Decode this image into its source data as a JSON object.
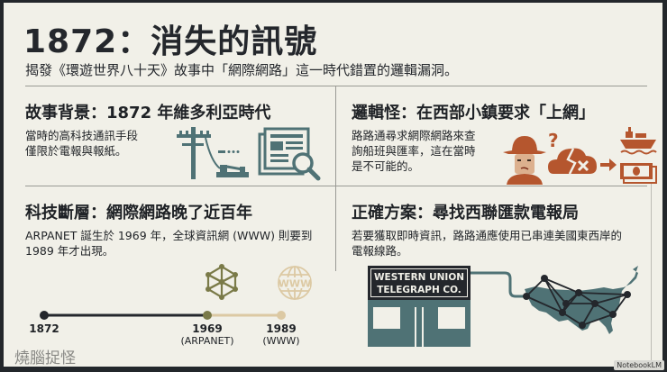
{
  "header": {
    "title": "1872：消失的訊號",
    "subtitle": "揭發《環遊世界八十天》故事中「網際網路」這一時代錯置的邏輯漏洞。"
  },
  "panels": {
    "background": {
      "title": "故事背景：1872 年維多利亞時代",
      "lines": [
        "當時的高科技通訊手段",
        "僅限於電報與報紙。"
      ],
      "icons": [
        "telegraph-pole-icon",
        "telegraph-key-icon",
        "newspaper-magnifier-icon"
      ]
    },
    "logic_error": {
      "title": "邏輯怪：在西部小鎮要求「上網」",
      "lines": [
        "路路通尋求網際網路來查",
        "詢船班與匯率，這在當時",
        "是不可能的。"
      ],
      "icons": [
        "confused-cowboy-icon",
        "question-mark-icon",
        "broken-cloud-icon",
        "arrow-right-icon",
        "ship-icon",
        "money-icon"
      ]
    },
    "tech_gap": {
      "title": "科技斷層：網際網路晚了近百年",
      "lines": [
        "ARPANET 誕生於 1969 年，全球資訊網 (WWW) 則要到",
        "1989 年才出現。"
      ],
      "timeline": [
        {
          "year": "1872",
          "note": ""
        },
        {
          "year": "1969",
          "note": "(ARPANET)"
        },
        {
          "year": "1989",
          "note": "(WWW)"
        }
      ],
      "www_icon_text": "WWW"
    },
    "solution": {
      "title": "正確方案：尋找西聯匯款電報局",
      "lines": [
        "若要獲取即時資訊，路路通應使用已串連美國東西岸的",
        "電報線路。"
      ],
      "sign_line1": "WESTERN UNION",
      "sign_line2": "TELEGRAPH CO."
    }
  },
  "footer": {
    "signature": "燒腦捉怪",
    "watermark": "NotebookLM"
  },
  "colors": {
    "background": "#f1f0e8",
    "teal": "#4f7275",
    "rust": "#b5562e",
    "olive": "#7a7a48",
    "tan": "#dcc9a3",
    "dark": "#24272c"
  }
}
